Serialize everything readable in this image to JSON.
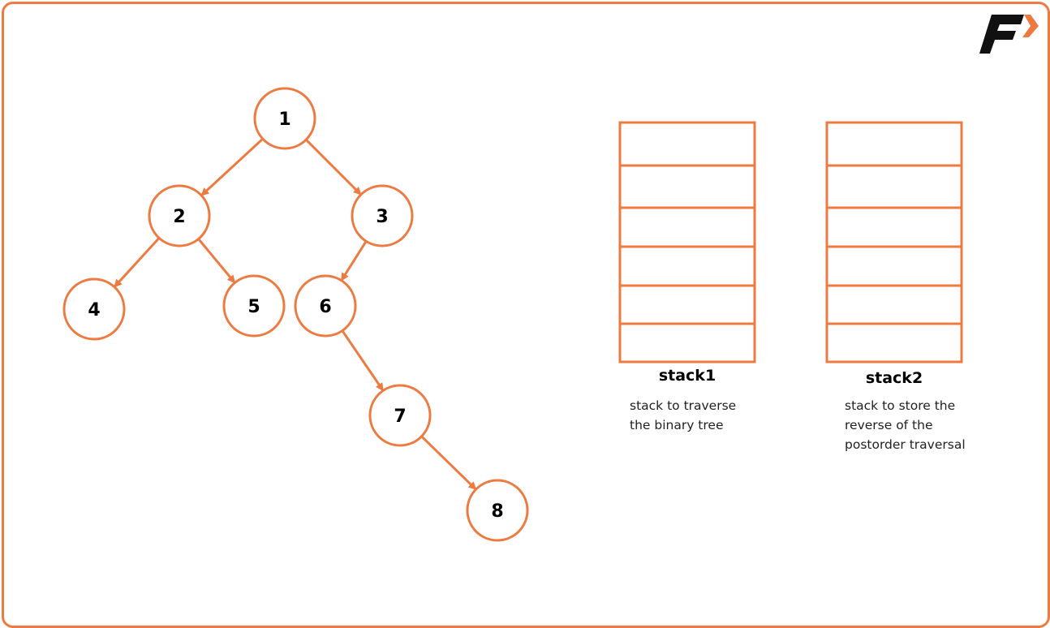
{
  "colors": {
    "accent": "#ed7b41",
    "text": "#000000"
  },
  "logo": {
    "text": "F",
    "icon": "brand-logo-icon"
  },
  "tree": {
    "nodes": [
      "1",
      "2",
      "3",
      "4",
      "5",
      "6",
      "7",
      "8"
    ],
    "edges": [
      [
        "1",
        "2"
      ],
      [
        "1",
        "3"
      ],
      [
        "2",
        "4"
      ],
      [
        "2",
        "5"
      ],
      [
        "3",
        "6"
      ],
      [
        "6",
        "7"
      ],
      [
        "7",
        "8"
      ]
    ]
  },
  "stacks": [
    {
      "title": "stack1",
      "description": "stack to traverse\nthe binary tree",
      "slots": 6
    },
    {
      "title": "stack2",
      "description": "stack to store the\nreverse of the\npostorder traversal",
      "slots": 6
    }
  ]
}
